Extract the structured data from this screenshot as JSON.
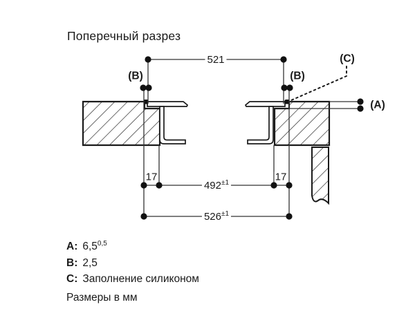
{
  "title": "Поперечный разрез",
  "dims": {
    "width_top": {
      "value": "521",
      "sup": ""
    },
    "cutout": {
      "value": "492",
      "sup": "±1"
    },
    "recess": {
      "value": "526",
      "sup": "±1"
    },
    "ledge_left": "17",
    "ledge_right": "17"
  },
  "refs": {
    "a": "(A)",
    "b_left": "(B)",
    "b_right": "(B)",
    "c": "(C)"
  },
  "legend": {
    "rows": [
      {
        "key": "A:",
        "value": "6,5",
        "sup": "0,5"
      },
      {
        "key": "B:",
        "value": "2,5",
        "sup": ""
      },
      {
        "key": "C:",
        "value": "Заполнение силиконом",
        "sup": ""
      }
    ]
  },
  "footer": "Размеры в мм",
  "colors": {
    "line": "#1a1a1a",
    "dim_line": "#333333",
    "background": "#ffffff"
  }
}
